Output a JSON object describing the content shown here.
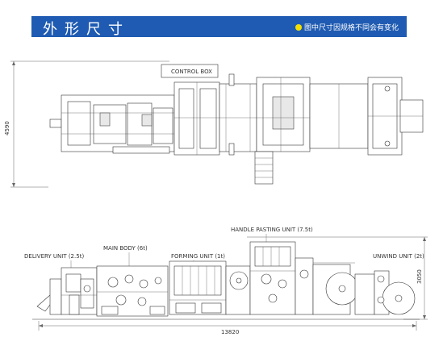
{
  "header": {
    "title": "外形尺寸",
    "note": "图中尺寸因规格不同会有变化",
    "note_dot_color": "#f4e000",
    "banner_color": "#1f5bb2"
  },
  "top_view": {
    "control_box_label": "CONTROL BOX",
    "width_dimension": "4590"
  },
  "side_view": {
    "delivery_unit": "DELIVERY UNIT (2.5t)",
    "main_body": "MAIN BODY (6t)",
    "forming_unit": "FORMING UNIT (1t)",
    "handle_pasting_unit": "HANDLE PASTING UNIT (7.5t)",
    "unwind_unit": "UNWIND UNIT (2t)",
    "height_dimension": "3050",
    "length_dimension": "13820"
  }
}
